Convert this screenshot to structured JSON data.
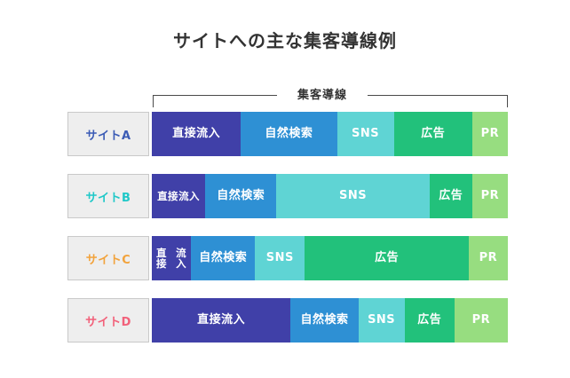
{
  "title": "サイトへの主な集客導線例",
  "bracket": {
    "label": "集客導線"
  },
  "palette": {
    "direct": "#4040a8",
    "organic": "#2e90d4",
    "sns": "#5fd4d4",
    "ads": "#22c17b",
    "pr": "#97dd80",
    "label_bg": "#eeeeee",
    "label_border": "#c9c9c9",
    "title_color": "#333333"
  },
  "chart_data": {
    "type": "bar",
    "title": "サイトへの主な集客導線例",
    "orientation": "horizontal-stacked",
    "annotation": "集客導線",
    "categories": [
      "サイトA",
      "サイトB",
      "サイトC",
      "サイトD"
    ],
    "series": [
      {
        "name": "直接流入",
        "color": "#4040a8",
        "values": [
          25,
          15,
          11,
          39
        ]
      },
      {
        "name": "自然検索",
        "color": "#2e90d4",
        "values": [
          27,
          20,
          18,
          19
        ]
      },
      {
        "name": "SNS",
        "color": "#5fd4d4",
        "values": [
          16,
          43,
          14,
          13
        ]
      },
      {
        "name": "広告",
        "color": "#22c17b",
        "values": [
          22,
          12,
          46,
          14
        ]
      },
      {
        "name": "PR",
        "color": "#97dd80",
        "values": [
          10,
          10,
          11,
          15
        ]
      }
    ],
    "xlabel": "",
    "ylabel": "",
    "unit": "%",
    "grid": false,
    "legend": "none"
  },
  "rows": [
    {
      "label": "サイトA",
      "label_color": "#3b5bb5",
      "segments": [
        {
          "name": "直接流入",
          "width": 25,
          "color": "#4040a8",
          "wrap": false
        },
        {
          "name": "自然検索",
          "width": 27,
          "color": "#2e90d4",
          "wrap": false
        },
        {
          "name": "SNS",
          "width": 16,
          "color": "#5fd4d4",
          "wrap": false
        },
        {
          "name": "広告",
          "width": 22,
          "color": "#22c17b",
          "wrap": false
        },
        {
          "name": "PR",
          "width": 10,
          "color": "#97dd80",
          "wrap": false
        }
      ]
    },
    {
      "label": "サイトB",
      "label_color": "#1fc8c8",
      "segments": [
        {
          "name": "直接\n流入",
          "width": 15,
          "color": "#4040a8",
          "wrap": true
        },
        {
          "name": "自然検索",
          "width": 20,
          "color": "#2e90d4",
          "wrap": false
        },
        {
          "name": "SNS",
          "width": 43,
          "color": "#5fd4d4",
          "wrap": false
        },
        {
          "name": "広告",
          "width": 12,
          "color": "#22c17b",
          "wrap": false
        },
        {
          "name": "PR",
          "width": 10,
          "color": "#97dd80",
          "wrap": false
        }
      ]
    },
    {
      "label": "サイトC",
      "label_color": "#f2a33c",
      "segments": [
        {
          "name": "直接\n流入",
          "width": 11,
          "color": "#4040a8",
          "wrap": true
        },
        {
          "name": "自然検索",
          "width": 18,
          "color": "#2e90d4",
          "wrap": false
        },
        {
          "name": "SNS",
          "width": 14,
          "color": "#5fd4d4",
          "wrap": false
        },
        {
          "name": "広告",
          "width": 46,
          "color": "#22c17b",
          "wrap": false
        },
        {
          "name": "PR",
          "width": 11,
          "color": "#97dd80",
          "wrap": false
        }
      ]
    },
    {
      "label": "サイトD",
      "label_color": "#f2617a",
      "segments": [
        {
          "name": "直接流入",
          "width": 39,
          "color": "#4040a8",
          "wrap": false
        },
        {
          "name": "自然検索",
          "width": 19,
          "color": "#2e90d4",
          "wrap": false
        },
        {
          "name": "SNS",
          "width": 13,
          "color": "#5fd4d4",
          "wrap": false
        },
        {
          "name": "広告",
          "width": 14,
          "color": "#22c17b",
          "wrap": false
        },
        {
          "name": "PR",
          "width": 15,
          "color": "#97dd80",
          "wrap": false
        }
      ]
    }
  ]
}
